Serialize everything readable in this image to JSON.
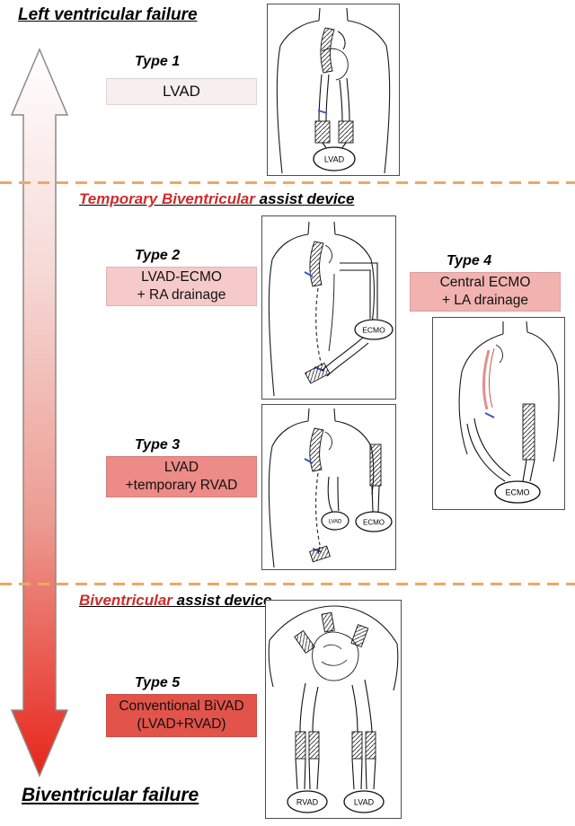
{
  "page": {
    "top_heading": "Left ventricular failure",
    "bottom_heading": "Biventricular failure"
  },
  "sections": {
    "temporary_biv": {
      "red": "Temporary Biventricular",
      "black": " assist device"
    },
    "biv": {
      "red": "Biventricular",
      "black": " assist device"
    }
  },
  "types": {
    "t1": {
      "label": "Type 1",
      "line1": "LVAD"
    },
    "t2": {
      "label": "Type 2",
      "line1": "LVAD-ECMO",
      "line2": "+ RA drainage"
    },
    "t3": {
      "label": "Type 3",
      "line1": "LVAD",
      "line2": "+temporary RVAD"
    },
    "t4": {
      "label": "Type 4",
      "line1": "Central ECMO",
      "line2": "+ LA drainage"
    },
    "t5": {
      "label": "Type 5",
      "line1": "Conventional BiVAD",
      "line2": "(LVAD+RVAD)"
    }
  },
  "devices": {
    "lvad": "LVAD",
    "ecmo": "ECMO",
    "rvad": "RVAD"
  },
  "colors": {
    "heading_red": "#cf2b2b",
    "divider": "#efa763",
    "type1_bg": "#f6efee",
    "type2_bg": "#f6caca",
    "type3_bg": "#ec8b87",
    "type4_bg": "#f2b3b0",
    "type5_bg": "#e2534a",
    "arrow_start": "#ffffff",
    "arrow_end": "#e8251b"
  }
}
